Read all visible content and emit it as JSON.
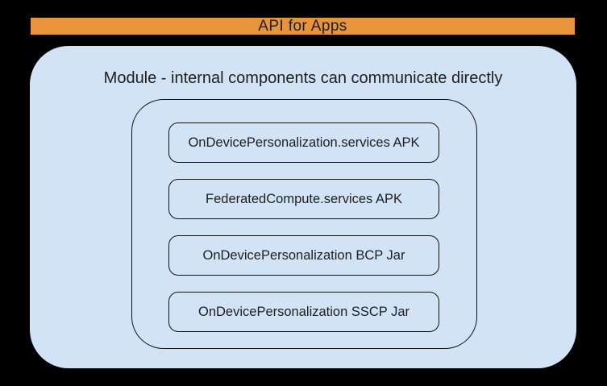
{
  "colors": {
    "background": "#000000",
    "banner_fill": "#E8943C",
    "module_fill": "#D2E3F5",
    "line": "#111111",
    "text": "#1E1E1E"
  },
  "banner": {
    "label": "API for Apps"
  },
  "module": {
    "title": "Module - internal components can communicate directly",
    "components": [
      {
        "label": "OnDevicePersonalization.services APK"
      },
      {
        "label": "FederatedCompute.services APK"
      },
      {
        "label": "OnDevicePersonalization BCP Jar"
      },
      {
        "label": "OnDevicePersonalization SSCP Jar"
      }
    ]
  }
}
